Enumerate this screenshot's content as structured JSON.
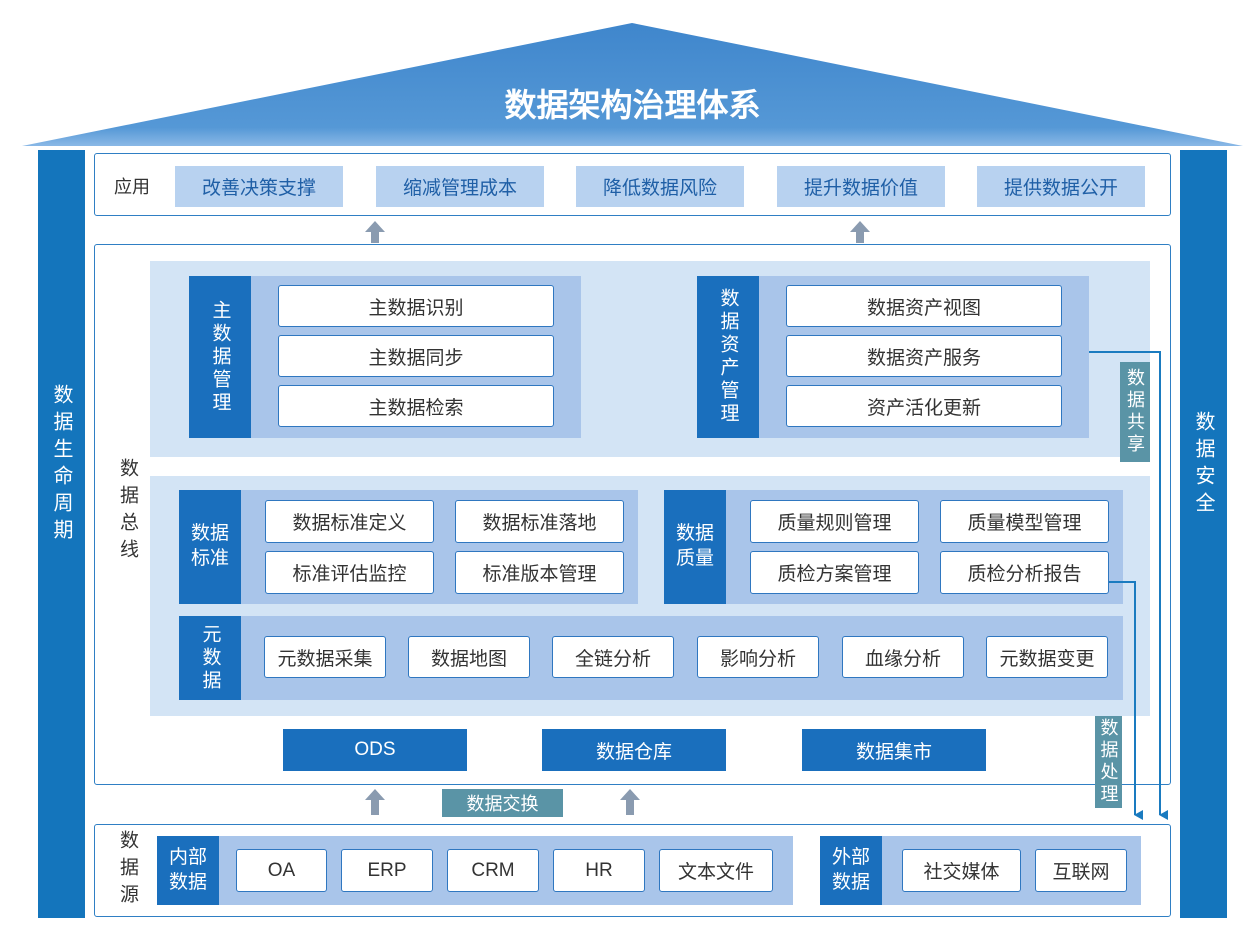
{
  "title": "数据架构治理体系",
  "pillars": {
    "left": "数据生命周期",
    "right": "数据安全"
  },
  "application": {
    "label": "应用",
    "items": [
      "改善决策支撑",
      "缩减管理成本",
      "降低数据风险",
      "提升数据价值",
      "提供数据公开"
    ]
  },
  "bus": {
    "label": "数据总线"
  },
  "master_data": {
    "label": "主数据管理",
    "items": [
      "主数据识别",
      "主数据同步",
      "主数据检索"
    ]
  },
  "asset": {
    "label": "数据资产管理",
    "items": [
      "数据资产视图",
      "数据资产服务",
      "资产活化更新"
    ]
  },
  "sharing": "数据共享",
  "standard": {
    "label": "数据标准",
    "items": [
      "数据标准定义",
      "数据标准落地",
      "标准评估监控",
      "标准版本管理"
    ]
  },
  "quality": {
    "label": "数据质量",
    "items": [
      "质量规则管理",
      "质量模型管理",
      "质检方案管理",
      "质检分析报告"
    ]
  },
  "metadata": {
    "label": "元数据",
    "items": [
      "元数据采集",
      "数据地图",
      "全链分析",
      "影响分析",
      "血缘分析",
      "元数据变更"
    ]
  },
  "storage": [
    "ODS",
    "数据仓库",
    "数据集市"
  ],
  "processing": "数据处理",
  "exchange": "数据交换",
  "sources": {
    "label": "数据源",
    "internal": {
      "label": "内部数据",
      "items": [
        "OA",
        "ERP",
        "CRM",
        "HR",
        "文本文件"
      ]
    },
    "external": {
      "label": "外部数据",
      "items": [
        "社交媒体",
        "互联网"
      ]
    }
  },
  "colors": {
    "dark": "#1a6fbd",
    "pillar": "#1475bc",
    "panel": "#d3e4f5",
    "mid": "#a9c5ea",
    "app": "#b8d2f0",
    "apptext": "#1f5fa6",
    "teal": "#5a94a6",
    "line": "#1a7bc0",
    "roof": "#4a8fd2"
  }
}
